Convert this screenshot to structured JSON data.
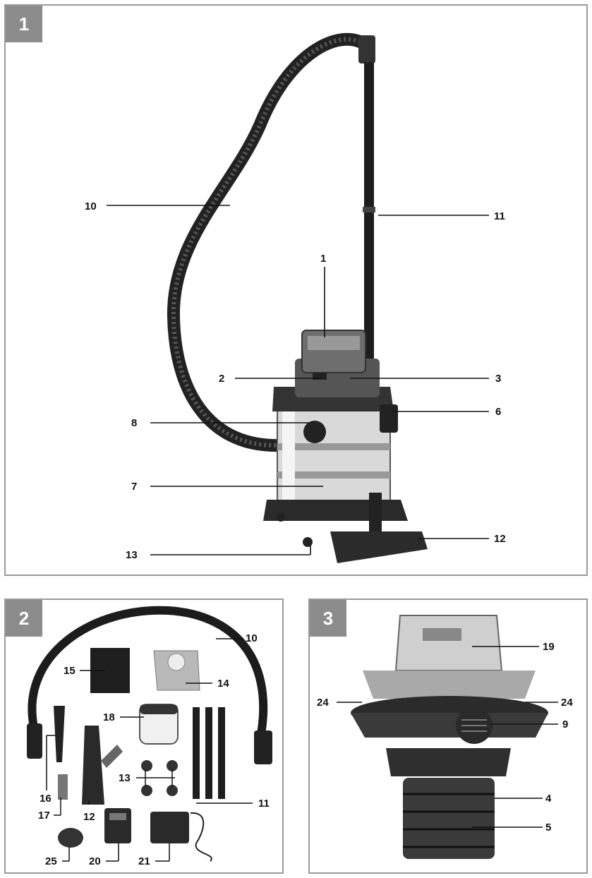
{
  "panels": {
    "p1": "1",
    "p2": "2",
    "p3": "3"
  },
  "fig1": {
    "labels": [
      "10",
      "11",
      "1",
      "2",
      "3",
      "6",
      "8",
      "7",
      "13",
      "12"
    ]
  },
  "fig2": {
    "labels": [
      "10",
      "15",
      "14",
      "18",
      "16",
      "17",
      "12",
      "13",
      "11",
      "25",
      "20",
      "21"
    ]
  },
  "fig3": {
    "labels": [
      "19",
      "24",
      "24",
      "9",
      "4",
      "5"
    ]
  }
}
